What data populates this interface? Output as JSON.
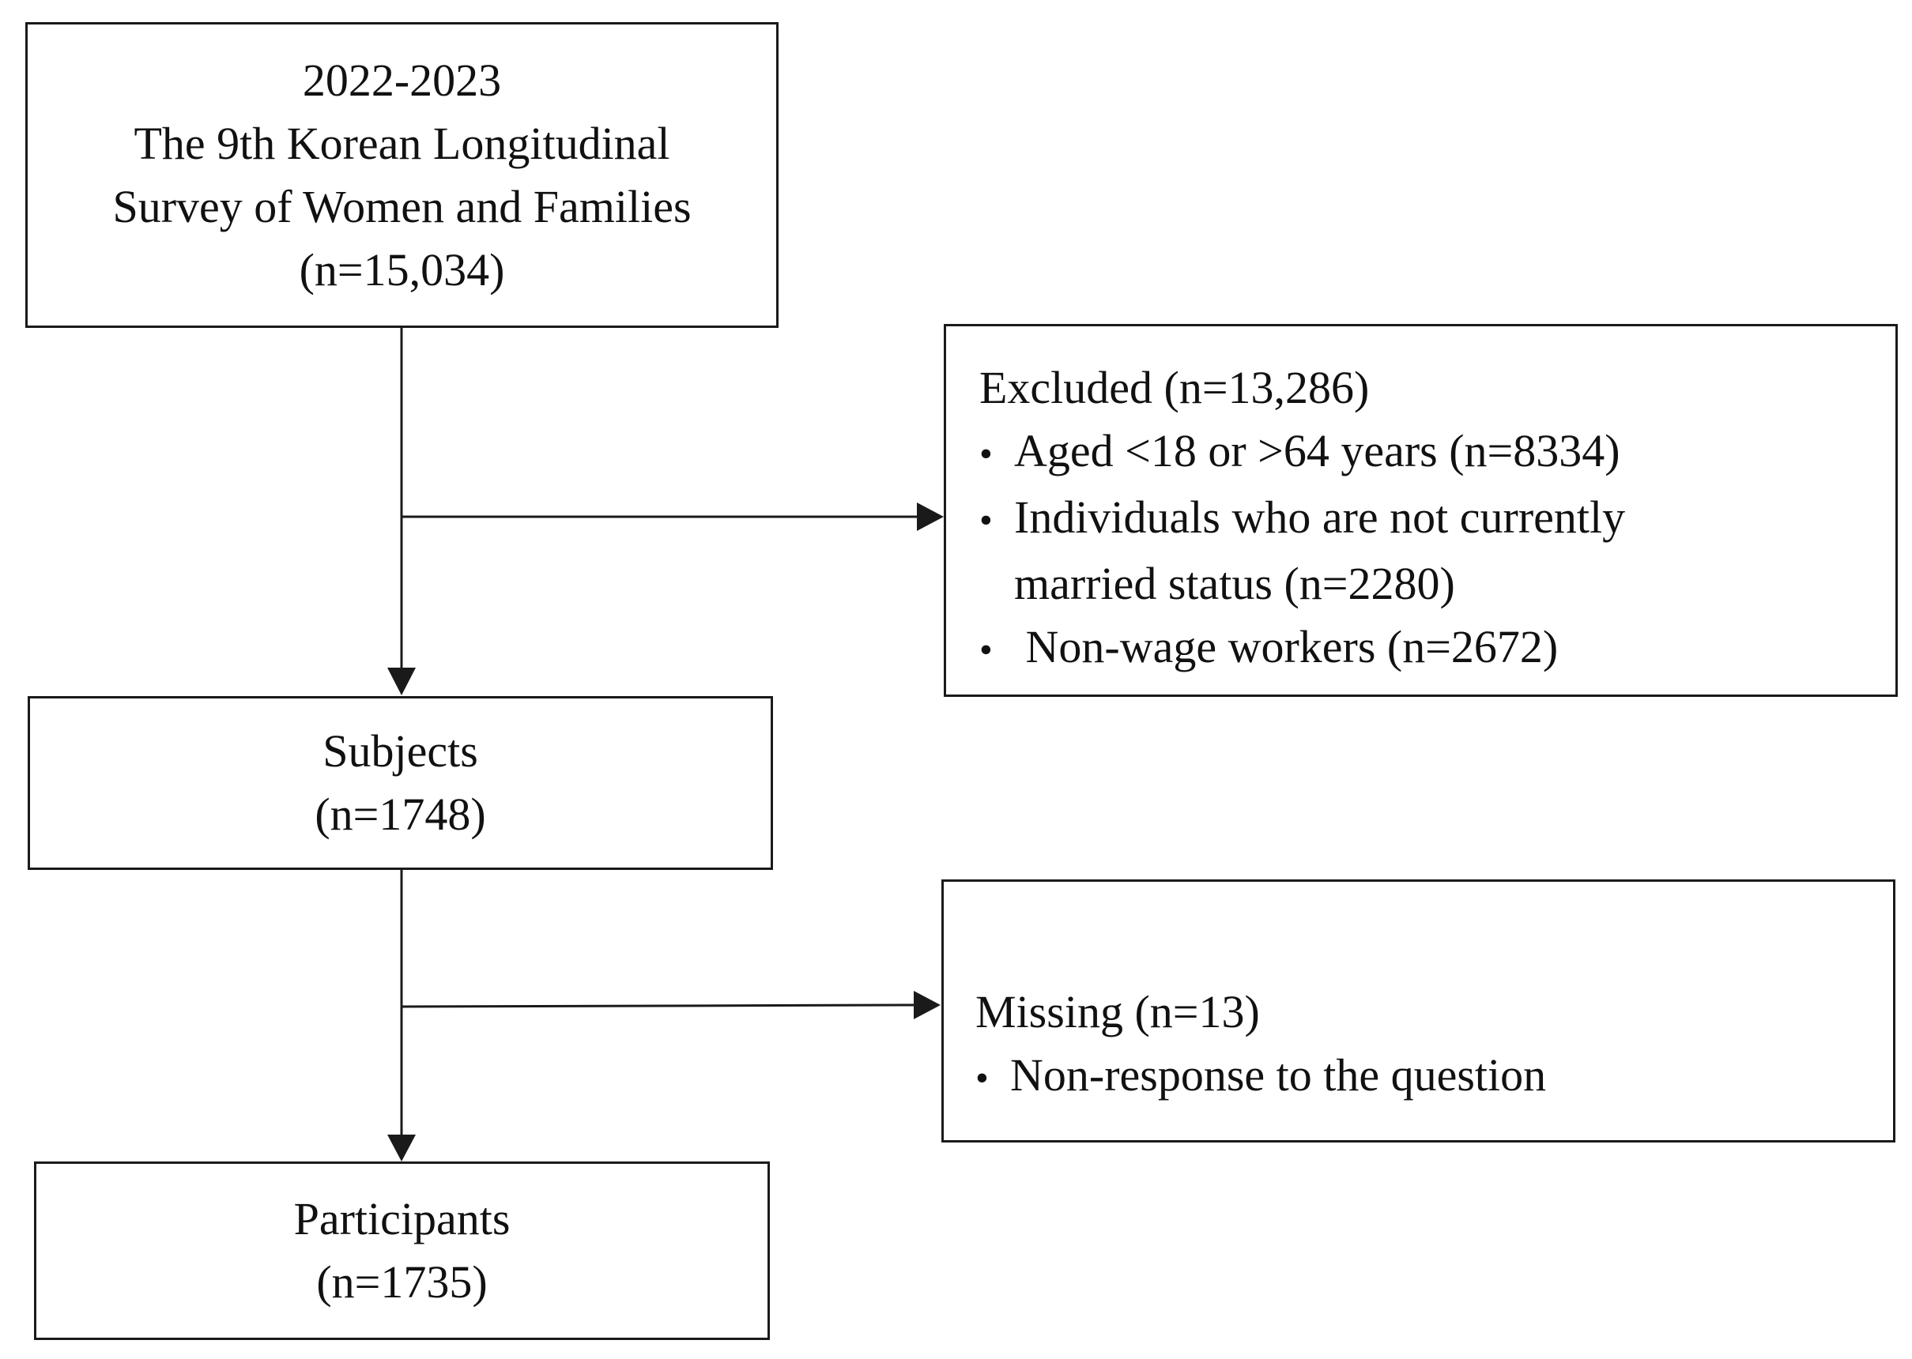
{
  "boxes": {
    "source": {
      "lines": [
        "2022-2023",
        "The 9th Korean Longitudinal",
        "Survey of Women and Families",
        "(n=15,034)"
      ]
    },
    "excluded": {
      "title": "Excluded (n=13,286)",
      "bullet": "•",
      "items": [
        {
          "line1": "Aged <18 or >64 years (n=8334)",
          "line2": ""
        },
        {
          "line1": "Individuals who are not currently",
          "line2": "married status (n=2280)"
        },
        {
          "line1": " Non-wage workers (n=2672)",
          "line2": ""
        }
      ]
    },
    "subjects": {
      "lines": [
        "Subjects",
        "(n=1748)"
      ]
    },
    "missing": {
      "title": "Missing (n=13)",
      "bullet": "•",
      "items": [
        {
          "line1": "Non-response to the question"
        }
      ]
    },
    "participants": {
      "lines": [
        "Participants",
        "(n=1735)"
      ]
    }
  }
}
